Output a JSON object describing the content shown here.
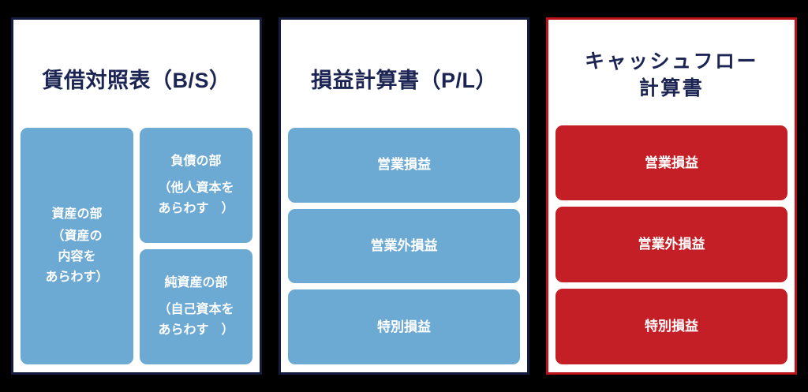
{
  "colors": {
    "page_background": "#000000",
    "panel_background": "#ffffff",
    "navy_border": "#141c42",
    "navy_text": "#1b2452",
    "accent_blue": "#6ca9d3",
    "accent_red": "#c41f26",
    "red_border": "#bb1219",
    "box_text": "#ffffff"
  },
  "panels": {
    "balance_sheet": {
      "title": "賃借対照表（B/S）",
      "assets": {
        "heading": "資産の部",
        "note_line1": "（資産の",
        "note_line2": "内容を",
        "note_line3": "あらわす）"
      },
      "liabilities": {
        "heading": "負債の部",
        "note_line1": "（他人資本を",
        "note_line2": "あらわす　）"
      },
      "equity": {
        "heading": "純資産の部",
        "note_line1": "（自己資本を",
        "note_line2": "あらわす　）"
      }
    },
    "profit_loss": {
      "title": "損益計算書（P/L）",
      "rows": [
        {
          "label": "営業損益"
        },
        {
          "label": "営業外損益"
        },
        {
          "label": "特別損益"
        }
      ]
    },
    "cash_flow": {
      "title_line1": "キャッシュフロー",
      "title_line2": "計算書",
      "rows": [
        {
          "label": "営業損益"
        },
        {
          "label": "営業外損益"
        },
        {
          "label": "特別損益"
        }
      ]
    }
  }
}
